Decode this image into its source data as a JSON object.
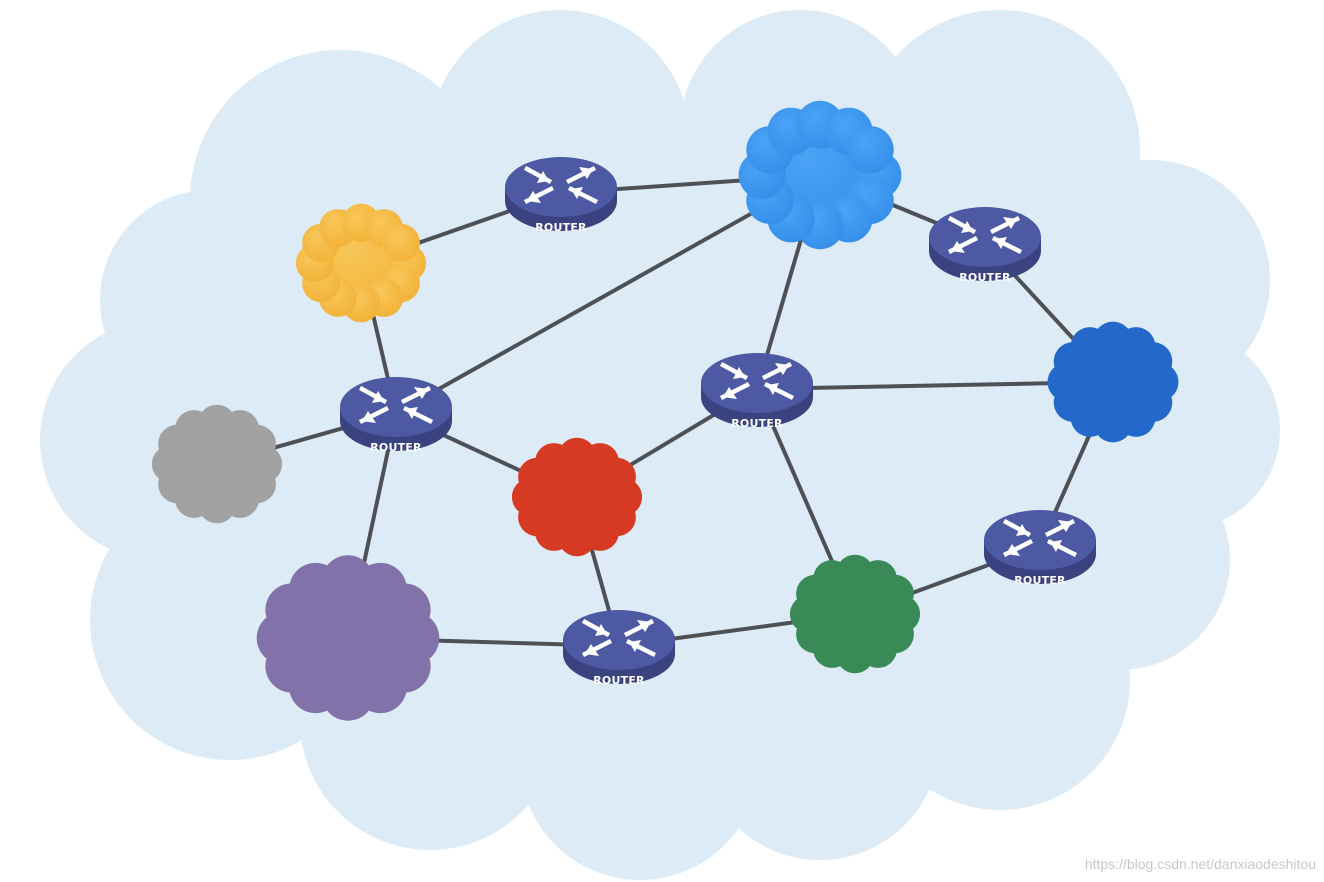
{
  "router_label": "ROUTER",
  "watermark": "https://blog.csdn.net/danxiaodeshitou",
  "colors": {
    "backdrop": "#dcebf5",
    "router_top": "#4d5aa3",
    "router_side": "#3a437f",
    "link": "#4d5156",
    "network_yellow": "#f5b93e",
    "network_light_blue": "#3c97f0",
    "network_dark_blue": "#2468cc",
    "network_gray": "#a2a2a2",
    "network_red": "#d63a22",
    "network_purple": "#8172a9",
    "network_green": "#3a8a58"
  },
  "routers": [
    {
      "id": "r1"
    },
    {
      "id": "r2"
    },
    {
      "id": "r3"
    },
    {
      "id": "r4"
    },
    {
      "id": "r5"
    },
    {
      "id": "r6"
    }
  ],
  "networks": [
    {
      "id": "yellow"
    },
    {
      "id": "light-blue"
    },
    {
      "id": "dark-blue"
    },
    {
      "id": "gray"
    },
    {
      "id": "red"
    },
    {
      "id": "purple"
    },
    {
      "id": "green"
    }
  ],
  "links": [
    [
      "yellow",
      "r1"
    ],
    [
      "r1",
      "light-blue"
    ],
    [
      "light-blue",
      "r4"
    ],
    [
      "r4",
      "dark-blue"
    ],
    [
      "light-blue",
      "r2"
    ],
    [
      "light-blue",
      "r3"
    ],
    [
      "yellow",
      "r2"
    ],
    [
      "gray",
      "r2"
    ],
    [
      "r2",
      "purple"
    ],
    [
      "r2",
      "red"
    ],
    [
      "red",
      "r3"
    ],
    [
      "r3",
      "dark-blue"
    ],
    [
      "r3",
      "green"
    ],
    [
      "red",
      "r5"
    ],
    [
      "purple",
      "r5"
    ],
    [
      "r5",
      "green"
    ],
    [
      "green",
      "r6"
    ],
    [
      "r6",
      "dark-blue"
    ]
  ]
}
